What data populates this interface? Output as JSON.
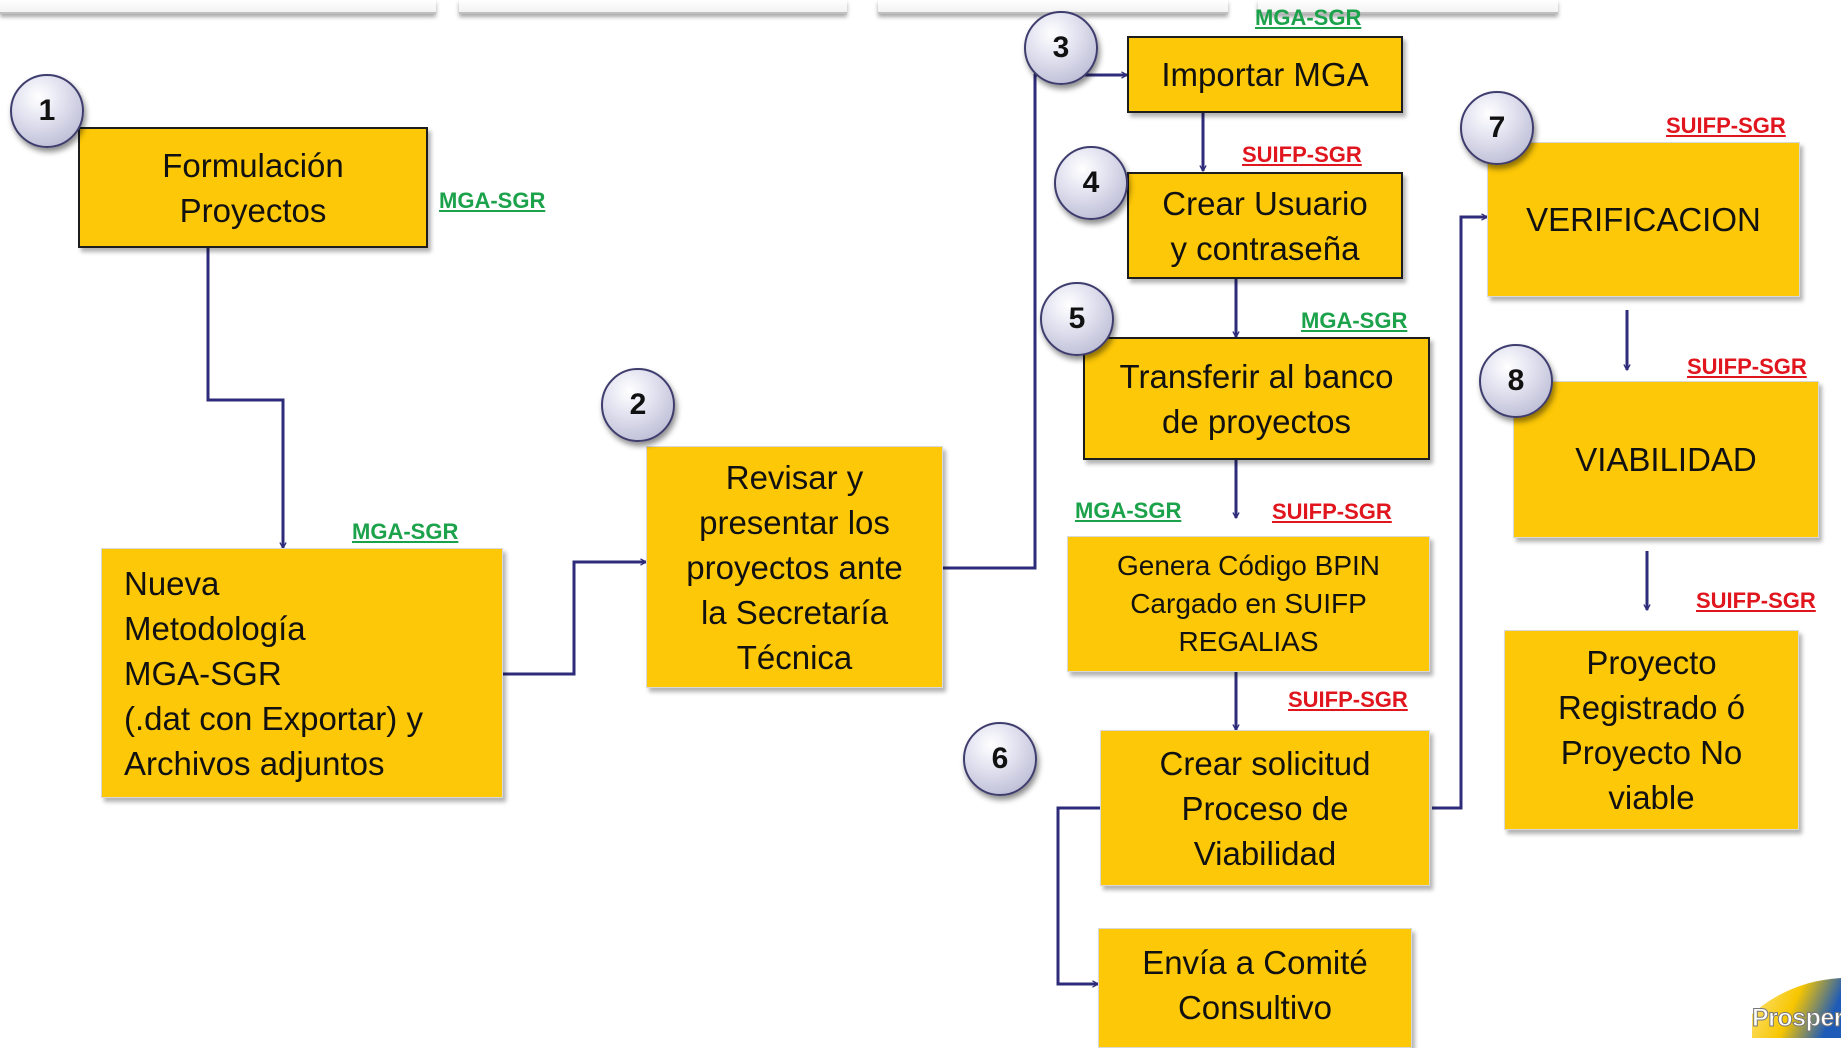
{
  "steps": {
    "s1": "1",
    "s2": "2",
    "s3": "3",
    "s4": "4",
    "s5": "5",
    "s6": "6",
    "s7": "7",
    "s8": "8"
  },
  "boxes": {
    "formulacion": [
      "Formulación",
      "Proyectos"
    ],
    "nueva_metodologia": [
      "Nueva",
      "Metodología",
      "MGA-SGR",
      "(.dat  con Exportar) y",
      "Archivos adjuntos"
    ],
    "revisar": [
      "Revisar y",
      "presentar  los",
      "proyectos ante",
      "la Secretaría",
      "Técnica"
    ],
    "importar": [
      "Importar MGA"
    ],
    "crear_usuario": [
      "Crear Usuario",
      "y contraseña"
    ],
    "transferir": [
      "Transferir al banco",
      "de proyectos"
    ],
    "genera_codigo": [
      "Genera Código BPIN",
      "Cargado en SUIFP",
      "REGALIAS"
    ],
    "crear_solicitud": [
      "Crear solicitud",
      "Proceso de",
      "Viabilidad"
    ],
    "envia_comite": [
      "Envía a Comité",
      "Consultivo"
    ],
    "verificacion": [
      "VERIFICACION"
    ],
    "viabilidad": [
      "VIABILIDAD"
    ],
    "proyecto_registrado": [
      "Proyecto",
      "Registrado ó",
      "Proyecto No",
      "viable"
    ]
  },
  "tags": {
    "mga_formulacion": "MGA-SGR",
    "mga_nueva": "MGA-SGR",
    "mga_importar": "MGA-SGR",
    "suifp_usuario": "SUIFP-SGR",
    "mga_transferir": "MGA-SGR",
    "mga_codigo": "MGA-SGR",
    "suifp_codigo": "SUIFP-SGR",
    "suifp_solicitud": "SUIFP-SGR",
    "suifp_verificacion": "SUIFP-SGR",
    "suifp_viabilidad": "SUIFP-SGR",
    "suifp_registrado": "SUIFP-SGR"
  },
  "logo": {
    "text": "Prosperidad"
  },
  "colors": {
    "box_fill": "#fdc807",
    "arrow": "#2e2c7a",
    "tag_green": "#1ba24a",
    "tag_red": "#e1151d"
  }
}
